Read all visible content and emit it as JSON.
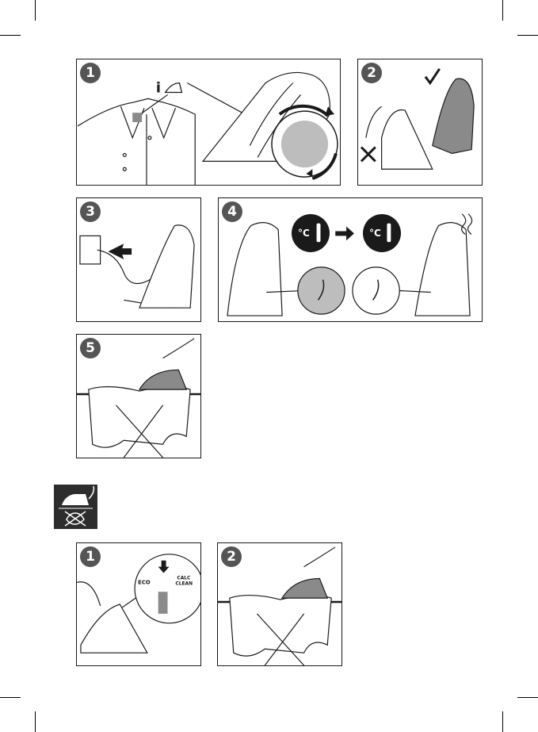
{
  "steps_a": [
    {
      "number": "1",
      "icon_letter": "i"
    },
    {
      "number": "2"
    },
    {
      "number": "3"
    },
    {
      "number": "4",
      "temp_unit": "°C"
    },
    {
      "number": "5"
    }
  ],
  "steps_b": [
    {
      "number": "1",
      "dial_labels": {
        "eco": "ECO",
        "calc": "CALC",
        "clean": "CLEAN"
      }
    },
    {
      "number": "2"
    }
  ],
  "icons": [
    "info-icon",
    "iron-icon",
    "checkmark-icon",
    "cross-icon",
    "thermometer-icon",
    "arrow-right-icon",
    "calc-clean-icon"
  ],
  "colors": {
    "badge": "#555555",
    "line": "#1a1a1a",
    "grey": "#8a8a8a",
    "light_grey": "#bdbdbd",
    "dark": "#2d2d2d"
  }
}
